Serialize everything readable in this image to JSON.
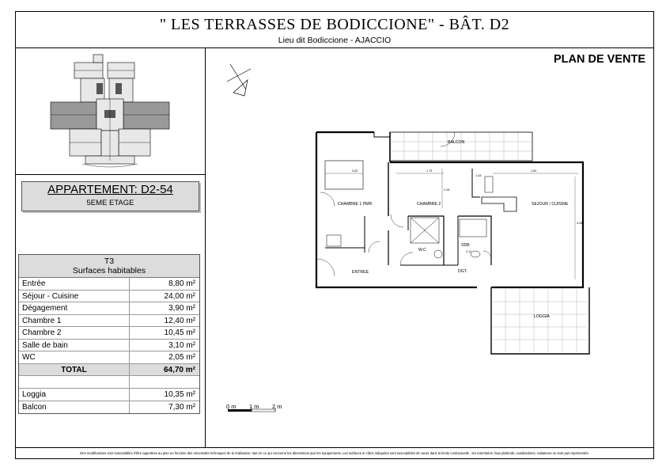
{
  "header": {
    "title": "\" LES TERRASSES DE BODICCIONE\"  -  BÂT.  D2",
    "subtitle": "Lieu dit Bodiccione - AJACCIO"
  },
  "plan_label": "PLAN DE VENTE",
  "apartment": {
    "name": "APPARTEMENT: D2-54",
    "floor": "5EME ETAGE"
  },
  "surfaces": {
    "type": "T3",
    "heading": "Surfaces habitables",
    "rows": [
      {
        "label": "Entrée",
        "value": "8,80 m²"
      },
      {
        "label": "Séjour - Cuisine",
        "value": "24,00 m²"
      },
      {
        "label": "Dégagement",
        "value": "3,90 m²"
      },
      {
        "label": "Chambre 1",
        "value": "12,40 m²"
      },
      {
        "label": "Chambre 2",
        "value": "10,45 m²"
      },
      {
        "label": "Salle de bain",
        "value": "3,10 m²"
      },
      {
        "label": "WC",
        "value": "2,05 m²"
      }
    ],
    "total": {
      "label": "TOTAL",
      "value": "64,70 m²"
    },
    "exterior": [
      {
        "label": "Loggia",
        "value": "10,35 m²"
      },
      {
        "label": "Balcon",
        "value": "7,30 m²"
      }
    ]
  },
  "rooms": {
    "balcon": "BALCON",
    "chambre1": "CHAMBRE 1 PMR",
    "chambre2": "CHAMBRE 2",
    "sejour": "SEJOUR / CUISINE",
    "wc": "W.C",
    "sdb": "SDB",
    "entree": "ENTREE",
    "dgt": "DGT.",
    "loggia": "LOGGIA"
  },
  "dimensions": {
    "d1": "2.63",
    "d2": "1.73",
    "d3": "2.26",
    "d4": "1.43",
    "d5": "1.60",
    "d6": "3.28",
    "d7": "2.11"
  },
  "scale": {
    "labels": [
      "0 m",
      "1 m",
      "2 m"
    ]
  },
  "footer": "Des modifications sont susceptibles d'être apportées au plan en fonction des nécessités techniques de la réalisation, tant en ce qui concerne les dimensions que les équipements. Les surfaces et côtes indiquées sont susceptibles de varier dans la limite contractuelle ; les retombées, faux plafonds, canalisations, radiateurs ne sont pas représentés.",
  "colors": {
    "panel_gray": "#dcdcdc",
    "line": "#000000"
  }
}
